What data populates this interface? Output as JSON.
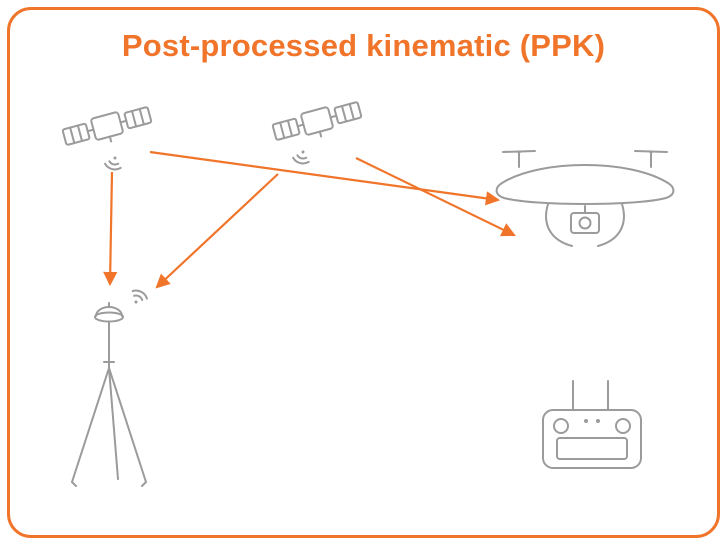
{
  "title": "Post-processed kinematic (PPK)",
  "colors": {
    "accent_orange": "#F0752B",
    "line_gray": "#9B9B9B",
    "background": "#FFFFFF"
  },
  "icons": {
    "satellite_left": "gnss-satellite-icon",
    "satellite_center": "gnss-satellite-icon",
    "satellite_left_signal": "signal-waves-icon",
    "satellite_center_signal": "signal-waves-icon",
    "drone": "drone-icon",
    "base_station": "base-station-tripod-icon",
    "base_station_signal": "signal-waves-icon",
    "controller": "remote-controller-icon"
  },
  "links": [
    {
      "from": "satellite-left",
      "to": "drone"
    },
    {
      "from": "satellite-left",
      "to": "base-station"
    },
    {
      "from": "satellite-center",
      "to": "base-station"
    },
    {
      "from": "satellite-center",
      "to": "drone"
    }
  ]
}
